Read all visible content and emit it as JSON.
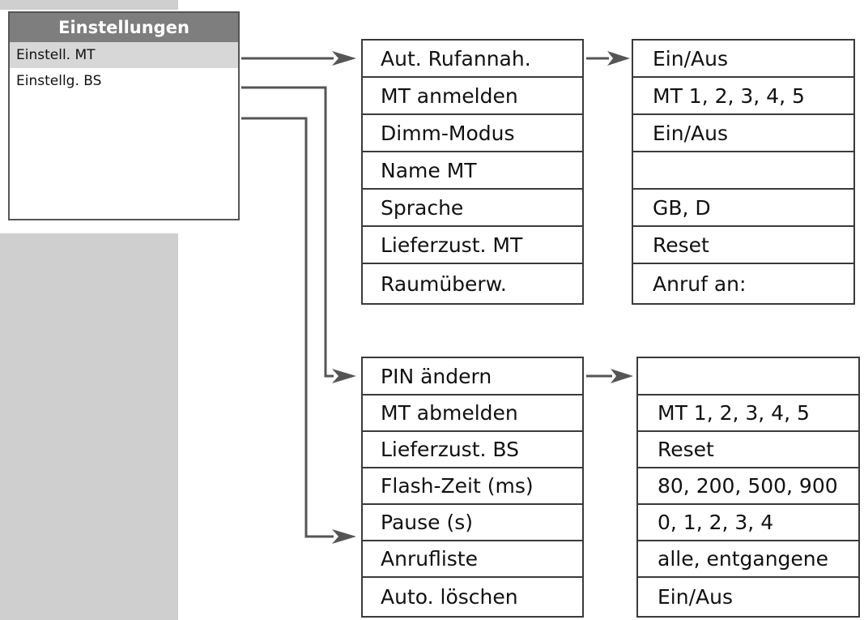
{
  "menu": {
    "title": "Einstellungen",
    "items": [
      {
        "label": "Einstell. MT",
        "selected": true
      },
      {
        "label": "Einstellg. BS",
        "selected": false
      }
    ]
  },
  "mt_settings": {
    "rows": [
      {
        "label": "Aut. Rufannah.",
        "value": "Ein/Aus"
      },
      {
        "label": "MT anmelden",
        "value": "MT 1, 2, 3, 4, 5"
      },
      {
        "label": "Dimm-Modus",
        "value": "Ein/Aus"
      },
      {
        "label": "Name MT",
        "value": ""
      },
      {
        "label": "Sprache",
        "value": "GB, D"
      },
      {
        "label": "Lieferzust. MT",
        "value": "Reset"
      },
      {
        "label": "Raumüberw.",
        "value": "Anruf an:"
      }
    ]
  },
  "bs_settings": {
    "rows": [
      {
        "label": "PIN ändern",
        "value": ""
      },
      {
        "label": "MT abmelden",
        "value": "MT 1, 2, 3, 4, 5"
      },
      {
        "label": "Lieferzust. BS",
        "value": "Reset"
      },
      {
        "label": "Flash-Zeit (ms)",
        "value": "80, 200, 500, 900"
      },
      {
        "label": "Pause (s)",
        "value": "0, 1, 2, 3, 4"
      },
      {
        "label": "Anrufliste",
        "value": "alle, entgangene"
      },
      {
        "label": "Auto. löschen",
        "value": "Ein/Aus"
      }
    ]
  },
  "colors": {
    "title_bar": "#7e7e7e",
    "selected_item": "#d7d7d7",
    "side_panel": "#cfcfcf",
    "arrow": "#555555"
  }
}
